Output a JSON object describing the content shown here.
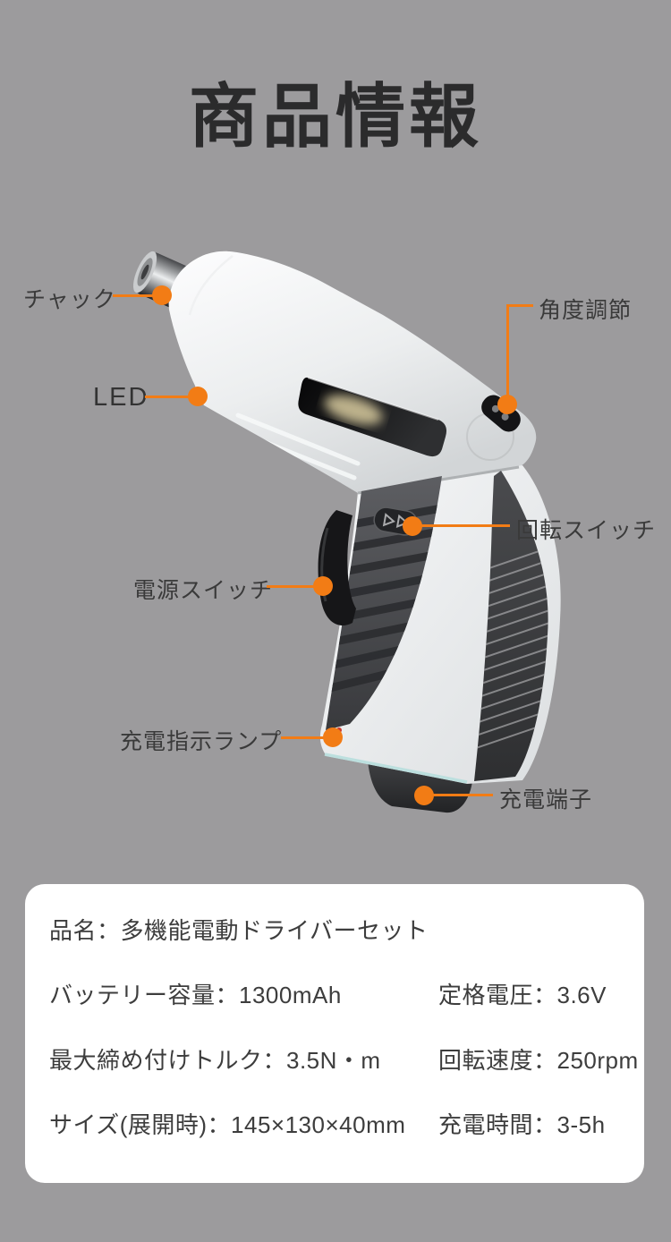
{
  "colors": {
    "background": "#9c9b9d",
    "accent_orange": "#f27c15",
    "title_text": "#2b2b2c",
    "label_text": "#3a3a3a",
    "card_background": "#ffffff",
    "spec_text": "#3d3d3d"
  },
  "header": {
    "title": "商品情報"
  },
  "callouts": {
    "chuck": {
      "label": "チャック"
    },
    "led": {
      "label": "LED"
    },
    "power_switch": {
      "label": "電源スイッチ"
    },
    "charge_lamp": {
      "label": "充電指示ランプ"
    },
    "angle_adjust": {
      "label": "角度調節"
    },
    "rotation_switch": {
      "label": "回転スイッチ"
    },
    "charge_terminal": {
      "label": "充電端子"
    }
  },
  "specs": {
    "row1": "品名：多機能電動ドライバーセット",
    "row2_left": "バッテリー容量：1300mAh",
    "row2_right": "定格電圧：3.6V",
    "row3_left": "最大締め付けトルク：3.5N・m",
    "row3_right": "回転速度：250rpm",
    "row4_left": "サイズ(展開時)：145×130×40mm",
    "row4_right": "充電時間：3-5h"
  }
}
